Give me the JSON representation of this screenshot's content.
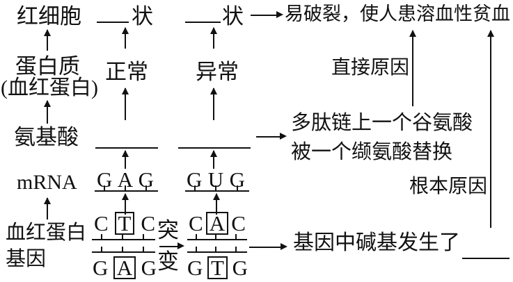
{
  "colors": {
    "ink": "#111111",
    "background": "#ffffff"
  },
  "flow_left": {
    "red_blood_cell": "红细胞",
    "protein": "蛋白质",
    "protein_sub": "(血红蛋白)",
    "amino_acid": "氨基酸",
    "mrna": "mRNA",
    "gene_line1": "血红蛋白",
    "gene_line2": "基因"
  },
  "top_row": {
    "shape_normal_suffix": "状",
    "shape_abnormal_suffix": "状",
    "result": "易破裂，使人患溶血性贫血"
  },
  "columns": {
    "normal_label": "正常",
    "abnormal_label": "异常"
  },
  "causes": {
    "direct": "直接原因",
    "root": "根本原因",
    "polypeptide_line1": "多肽链上一个谷氨酸",
    "polypeptide_line2": "被一个缬氨酸替换",
    "gene_base_change": "基因中碱基发生了"
  },
  "mutation": {
    "char_top": "突",
    "char_bottom": "变"
  },
  "sequences": {
    "normal_mrna": [
      "G",
      "A",
      "G"
    ],
    "mutant_mrna": [
      "G",
      "U",
      "G"
    ],
    "normal_dna_top": [
      "C",
      "T",
      "C"
    ],
    "normal_dna_bottom": [
      "G",
      "A",
      "G"
    ],
    "mutant_dna_top": [
      "C",
      "A",
      "C"
    ],
    "mutant_dna_bottom": [
      "G",
      "T",
      "G"
    ]
  }
}
